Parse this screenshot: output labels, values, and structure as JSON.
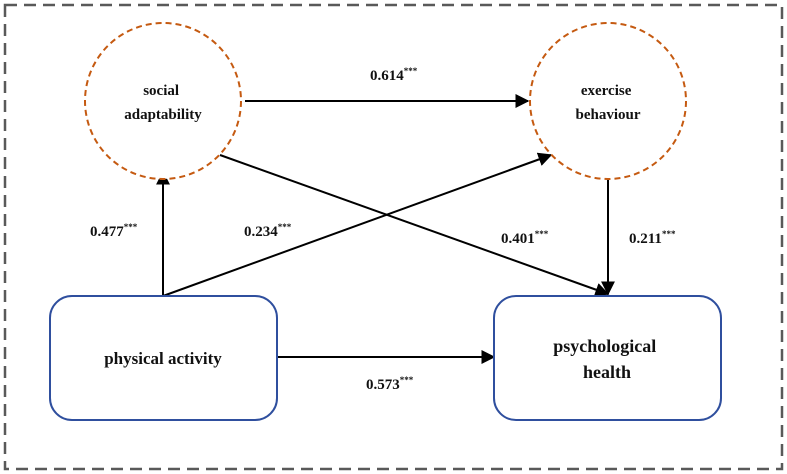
{
  "colors": {
    "frame": "#595959",
    "latent_stroke": "#c55a11",
    "observed_stroke": "#2f4f9e",
    "arrow": "#000000",
    "text": "#111111"
  },
  "nodes": {
    "social_adaptability": {
      "line1": "social",
      "line2": "adaptability"
    },
    "exercise_behaviour": {
      "line1": "exercise",
      "line2": "behaviour"
    },
    "physical_activity": {
      "label": "physical activity"
    },
    "psychological_health": {
      "line1": "psychological",
      "line2": "health"
    }
  },
  "paths": {
    "sa_to_eb": {
      "value": "0.614",
      "sig": "***"
    },
    "pa_to_sa": {
      "value": "0.477",
      "sig": "***"
    },
    "pa_to_eb": {
      "value": "0.234",
      "sig": "***"
    },
    "sa_to_ph": {
      "value": "0.401",
      "sig": "***"
    },
    "eb_to_ph": {
      "value": "0.211",
      "sig": "***"
    },
    "pa_to_ph": {
      "value": "0.573",
      "sig": "***"
    }
  }
}
